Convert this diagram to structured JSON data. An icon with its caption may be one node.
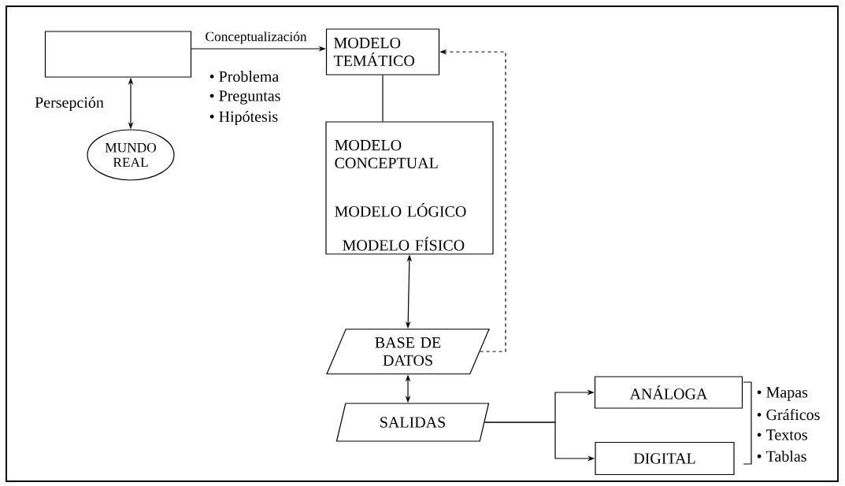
{
  "diagram": {
    "nodes": [
      {
        "text": [],
        "shape": "box"
      },
      {
        "text": [
          "MODELO TEMÁTICO"
        ]
      },
      {
        "text": [
          "MODELO CONCEPTUAL",
          "MODELO LÓGICO",
          "MODELO FÍSICO"
        ]
      },
      {
        "text": [
          "MUNDO REAL"
        ]
      },
      {
        "text": [
          "BASE DE DATOS"
        ]
      },
      {
        "text": [
          "SALIDAS"
        ]
      },
      {
        "text": [
          "ANÁLOGA"
        ]
      },
      {
        "text": [
          "DIGITAL"
        ]
      }
    ],
    "edges": [
      {
        "from": 0,
        "to": 1,
        "arrow": "to",
        "label": "Conceptualización"
      },
      {
        "from": 0,
        "to": 3,
        "arrow": "both",
        "label": "Persepción"
      },
      {
        "from": 1,
        "to": 2,
        "arrow": "none"
      },
      {
        "from": 2,
        "to": 4,
        "arrow": "both"
      },
      {
        "from": 4,
        "to": 1,
        "arrow": "to",
        "style": "dashed"
      },
      {
        "from": 4,
        "to": 5,
        "arrow": "both"
      },
      {
        "from": 5,
        "to": 6,
        "arrow": "to"
      },
      {
        "from": 5,
        "to": 7,
        "arrow": "to"
      }
    ],
    "labels": [
      "• Problema",
      "• Preguntas",
      "• Hipótesis",
      "• Mapas",
      "• Gráficos",
      "• Textos",
      "• Tablas"
    ]
  }
}
